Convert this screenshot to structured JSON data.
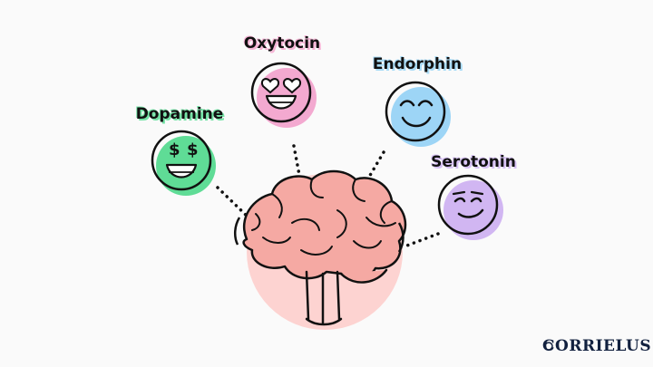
{
  "labels": {
    "dopamine": "Dopamine",
    "oxytocin": "Oxytocin",
    "endorphin": "Endorphin",
    "serotonin": "Serotonin"
  },
  "logo": {
    "text": "CORRIELUS"
  },
  "colors": {
    "background": "#fafafa",
    "brain": "#f5a9a3",
    "brain_shadow": "#fdd3d1",
    "dopamine": "#5fdc96",
    "oxytocin": "#f3a9d0",
    "endorphin": "#9dd5f6",
    "serotonin": "#d1b6f2",
    "outline": "#111111",
    "logo": "#12213f"
  },
  "icons": {
    "dopamine": "money-eyes-face-icon",
    "oxytocin": "heart-eyes-face-icon",
    "endorphin": "smiling-face-icon",
    "serotonin": "smirking-face-icon",
    "brain": "brain-icon"
  }
}
